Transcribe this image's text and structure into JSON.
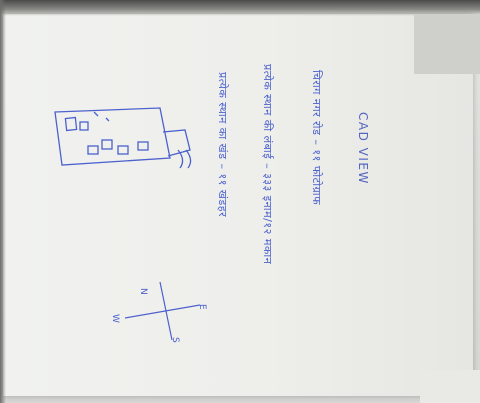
{
  "title": "CAD VIEW",
  "lines": [
    "चिराग नगर रोड – ११ फोटोग्राफ",
    "प्रत्येक स्थान की लंबाई – ३३३ इनाम/१२ मकान",
    "प्रत्येक स्थान का खंड – ११ खंडहर"
  ],
  "compass": {
    "n": "N",
    "e": "E",
    "s": "S",
    "w": "W"
  },
  "colors": {
    "ink": "#2f49c9",
    "paper": "#f0f0ed"
  }
}
